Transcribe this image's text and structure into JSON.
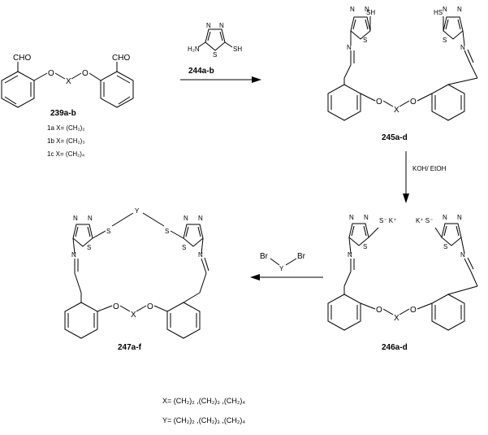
{
  "compounds": {
    "c239": {
      "aldehyde": "CHO",
      "O": "O",
      "X": "X",
      "label": "239a-b",
      "variants": [
        "1a X= (CH₂)₂",
        "1b X= (CH₂)₃",
        "1c X= (CH₂)₄"
      ]
    },
    "c245": {
      "label": "245a-d",
      "S": "S",
      "N": "N",
      "SH": "SH",
      "HS": "HS",
      "O": "O",
      "X": "X"
    },
    "c246": {
      "label": "246a-d",
      "S": "S",
      "N": "N",
      "SK": "S⁻ K⁺",
      "KS": "K⁺ S⁻",
      "O": "O",
      "X": "X"
    },
    "c247": {
      "label": "247a-f",
      "S": "S",
      "N": "N",
      "Y": "Y",
      "O": "O",
      "X": "X"
    }
  },
  "reagents": {
    "aminothiadiazole": {
      "H2N": "H₂N",
      "S": "S",
      "N": "N",
      "SH": "SH",
      "label": "244a-b"
    },
    "koh": "KOH/ EtOH",
    "dibromide": {
      "Br1": "Br",
      "Br2": "Br",
      "Y": "Y"
    }
  },
  "footnotes": {
    "x": "X= (CH₂)₂ ,(CH₂)₃ ,(CH₂)₄",
    "y": "Y= (CH₂)₂ ,(CH₂)₃ ,(CH₂)₄"
  }
}
